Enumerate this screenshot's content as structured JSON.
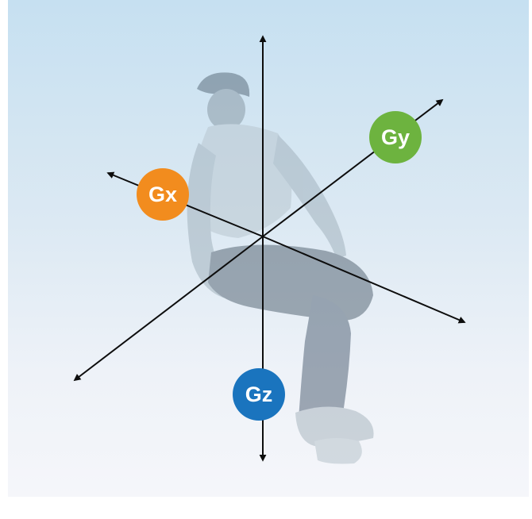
{
  "badges": {
    "gx": {
      "label": "Gx",
      "color": "#f28c1e"
    },
    "gy": {
      "label": "Gy",
      "color": "#6db33f"
    },
    "gz": {
      "label": "Gz",
      "color": "#1a74be"
    }
  },
  "colors": {
    "axis": "#0d0d0d",
    "figure": "#9aaab5",
    "background_top": "#c6e0f1",
    "background_bottom": "#f5f6fa"
  }
}
